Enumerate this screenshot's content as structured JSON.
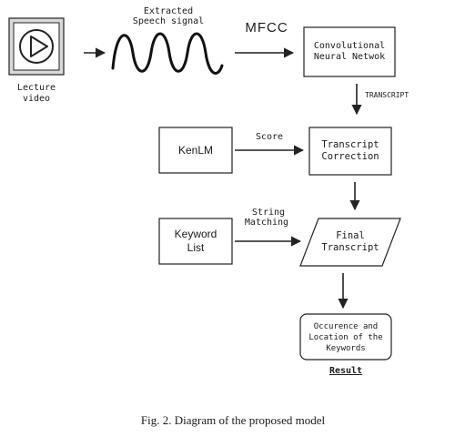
{
  "colors": {
    "ink": "#222222",
    "background": "#ffffff",
    "frame_fill": "#d9d9d9"
  },
  "nodes": {
    "lecture_video": {
      "icon": "play-icon",
      "label_line1": "Lecture",
      "label_line2": "video"
    },
    "speech_signal": {
      "label_line1": "Extracted",
      "label_line2": "Speech signal"
    },
    "cnn": {
      "line1": "Convolutional",
      "line2": "Neural Netwok"
    },
    "kenlm": {
      "label": "KenLM"
    },
    "transcript_correction": {
      "line1": "Transcript",
      "line2": "Correction"
    },
    "keyword_list": {
      "line1": "Keyword",
      "line2": "List"
    },
    "final_transcript": {
      "line1": "Final",
      "line2": "Transcript"
    },
    "result_box": {
      "line1": "Occurence and",
      "line2": "Location of the",
      "line3": "Keywords"
    },
    "result_label": "Result"
  },
  "edges": {
    "mfcc": "MFCC",
    "transcript": "TRANSCRIPT",
    "score": "Score",
    "string_matching_line1": "String",
    "string_matching_line2": "Matching"
  },
  "caption": "Fig. 2.  Diagram of the proposed model"
}
